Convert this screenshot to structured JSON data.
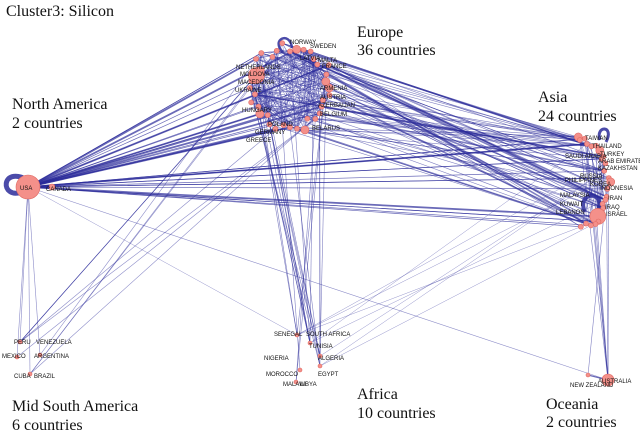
{
  "cluster_title": "Cluster3: Silicon",
  "regions": {
    "europe": {
      "name": "Europe",
      "count": "36 countries"
    },
    "north_america": {
      "name": "North America",
      "count": "2 countries"
    },
    "asia": {
      "name": "Asia",
      "count": "24 countries"
    },
    "mid_south_america": {
      "name": "Mid South America",
      "count": "6 countries"
    },
    "africa": {
      "name": "Africa",
      "count": "10 countries"
    },
    "oceania": {
      "name": "Oceania",
      "count": "2 countries"
    }
  },
  "node_labels": {
    "north_america": [
      "USA",
      "CANADA"
    ],
    "europe": [
      "NETHERLANDS",
      "MOLDOVA",
      "MACEDONIA",
      "UKRAINE",
      "HUNGARY",
      "GREECE",
      "GERMANY",
      "POLAND",
      "LATVIA",
      "ARMENIA",
      "AUSTRIA",
      "AZERBAIJAN",
      "BELGIUM",
      "BELARUS",
      "MALTA",
      "FRANCE",
      "SWEDEN",
      "NORWAY"
    ],
    "asia": [
      "TAIWAN",
      "THAILAND",
      "SAUDI ARABIA",
      "TURKEY",
      "ARAB EMIRATES",
      "KAZAKHSTAN",
      "RUSSIA",
      "INDONESIA",
      "PHILIPPINES",
      "IRAN",
      "MALAYSIA",
      "IRAQ",
      "ISRAEL",
      "LEBANON",
      "KUWAIT",
      "KOREA"
    ],
    "mid_south_america": [
      "PERU",
      "VENEZUELA",
      "MEXICO",
      "ARGENTINA",
      "CUBA",
      "BRAZIL"
    ],
    "africa": [
      "SENEGAL",
      "SOUTH AFRICA",
      "TUNISIA",
      "NIGERIA",
      "ALGERIA",
      "MOROCCO",
      "EGYPT",
      "MALAWI",
      "LIBYA"
    ],
    "oceania": [
      "NEW ZEALAND",
      "AUSTRALIA"
    ]
  },
  "colors": {
    "edge": "#2b2b9a",
    "node": "#f4908a",
    "node_stroke": "#e06b64",
    "text": "#111111"
  }
}
